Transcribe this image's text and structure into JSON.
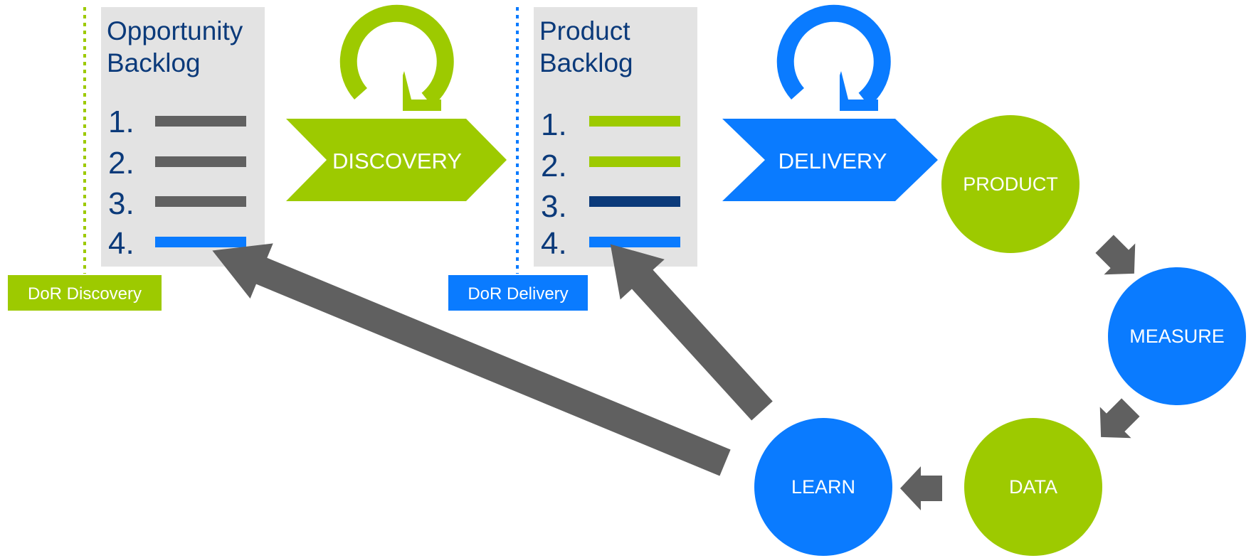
{
  "colors": {
    "green": "#9dca00",
    "blue": "#0a7bff",
    "navy": "#0b3a7a",
    "gray_arrow": "#606060",
    "gray_line": "#616161",
    "panel_bg": "#e3e3e3"
  },
  "opportunity_backlog": {
    "title_line1": "Opportunity",
    "title_line2": "Backlog",
    "items": [
      {
        "number": "1.",
        "color": "gray"
      },
      {
        "number": "2.",
        "color": "gray"
      },
      {
        "number": "3.",
        "color": "gray"
      },
      {
        "number": "4.",
        "color": "blue"
      }
    ],
    "tag": "DoR Discovery"
  },
  "product_backlog": {
    "title_line1": "Product",
    "title_line2": "Backlog",
    "items": [
      {
        "number": "1.",
        "color": "green"
      },
      {
        "number": "2.",
        "color": "green"
      },
      {
        "number": "3.",
        "color": "navy"
      },
      {
        "number": "4.",
        "color": "blue"
      }
    ],
    "tag": "DoR Delivery"
  },
  "stages": {
    "discovery": "DISCOVERY",
    "delivery": "DELIVERY"
  },
  "cycle": {
    "product": "PRODUCT",
    "measure": "MEASURE",
    "data": "DATA",
    "learn": "LEARN"
  },
  "icons": {
    "discovery_loop": "refresh-loop-icon",
    "delivery_loop": "refresh-loop-icon"
  }
}
